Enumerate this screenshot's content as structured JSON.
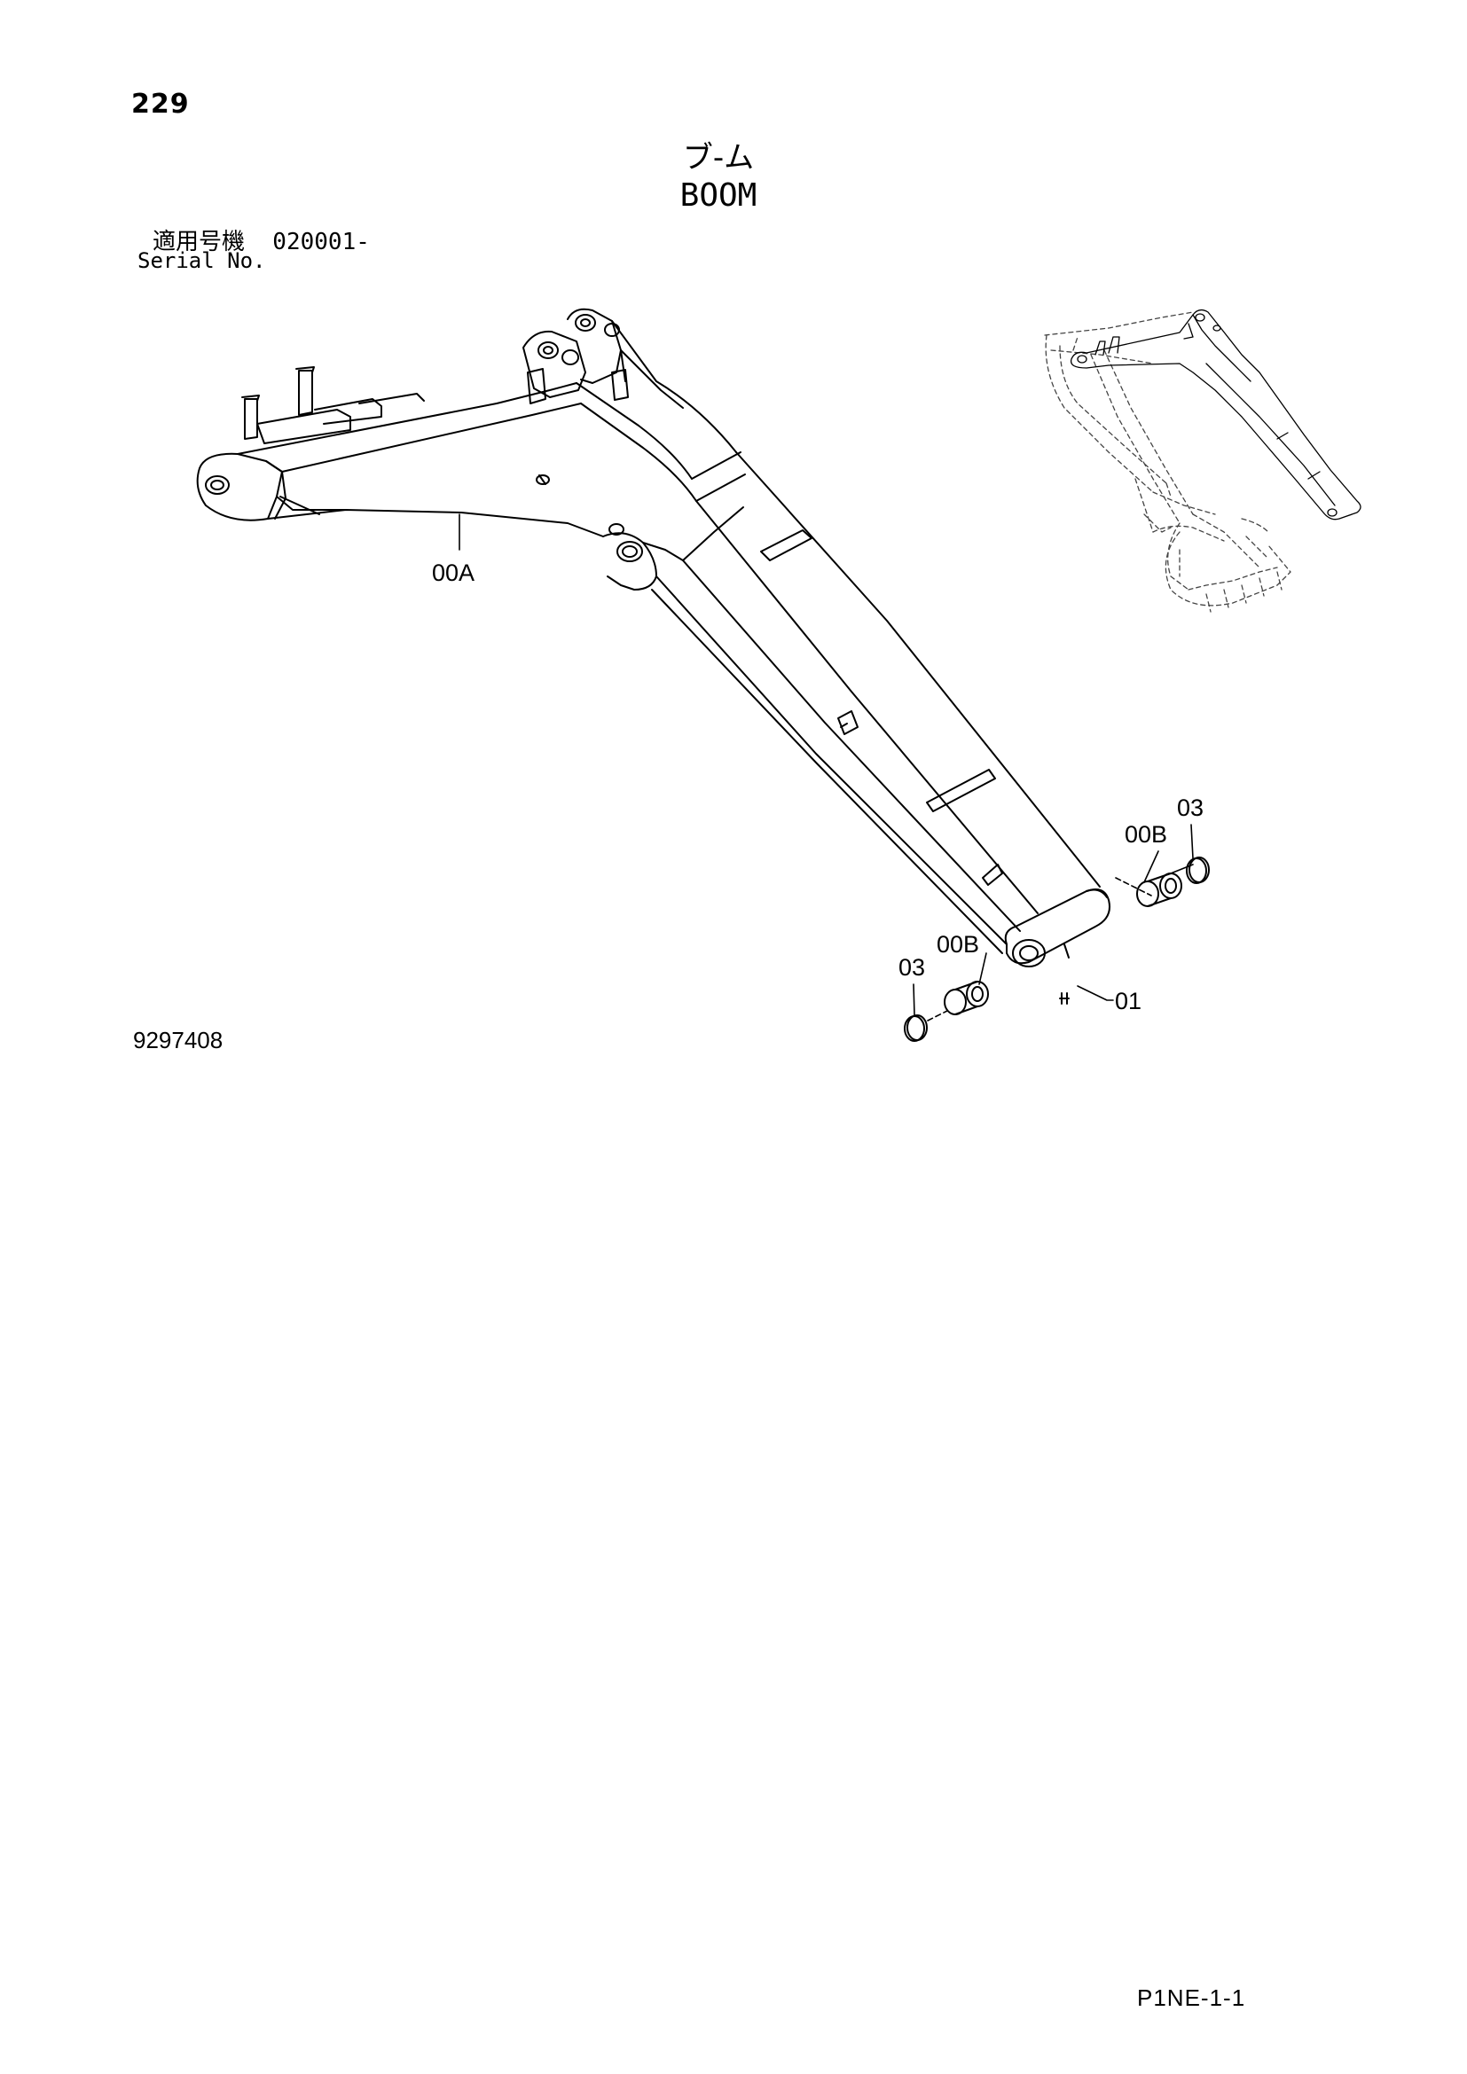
{
  "header": {
    "page_number": "229",
    "title_ja": "ブ-ム",
    "title_en": "BOOM",
    "serial_ja": "適用号機  020001-",
    "serial_en": "Serial No."
  },
  "callouts": {
    "boom_main": "00A",
    "bushing_right": "00B",
    "ring_right": "03",
    "bushing_left": "00B",
    "ring_left": "03",
    "grease_fitting": "01"
  },
  "drawing_code": "9297408",
  "footer": {
    "page_code": "P1NE-1-1"
  }
}
